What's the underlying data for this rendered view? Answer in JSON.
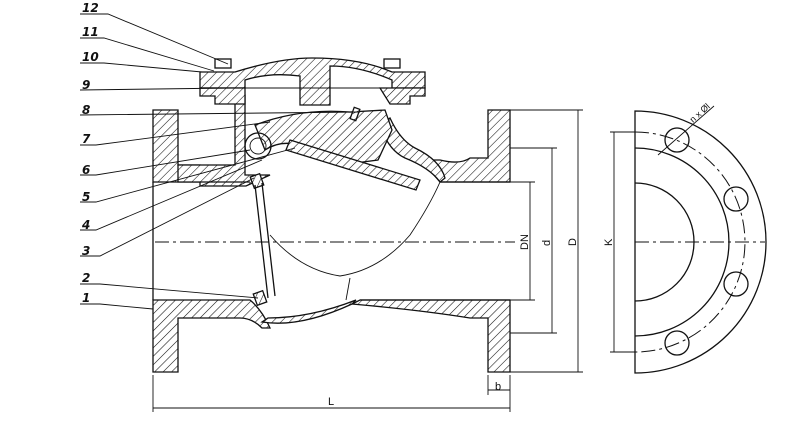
{
  "part_labels": [
    "12",
    "11",
    "10",
    "9",
    "8",
    "7",
    "6",
    "5",
    "4",
    "3",
    "2",
    "1"
  ],
  "dimensions": {
    "nominal_diameter": "DN",
    "seal_diameter": "d",
    "flange_diameter": "D",
    "bolt_circle": "K",
    "length": "L",
    "flange_thickness": "b",
    "bolt_holes": "n x Øl"
  }
}
